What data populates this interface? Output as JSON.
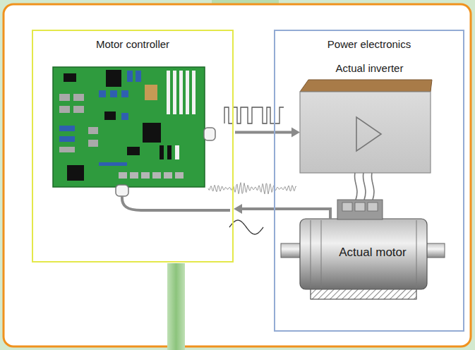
{
  "diagram": {
    "nodes": [
      {
        "text": [
          "Motor controller"
        ]
      },
      {
        "text": [
          "Power electronics"
        ]
      },
      {
        "text": [
          "Actual inverter"
        ],
        "in": 1
      },
      {
        "text": [
          "Actual motor"
        ],
        "in": 1
      }
    ],
    "edges": [
      {
        "from": 0,
        "to": 2,
        "arrow": "to"
      },
      {
        "from": 3,
        "to": 0,
        "arrow": "to"
      }
    ]
  }
}
